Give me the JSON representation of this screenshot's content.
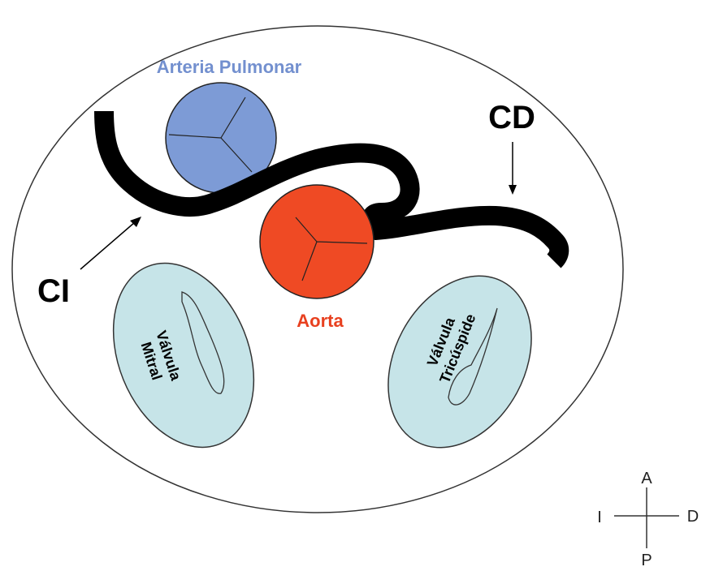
{
  "labels": {
    "pulmonary": "Arteria Pulmonar",
    "aorta": "Aorta",
    "cd": "CD",
    "ci": "CI",
    "mitral_line1": "Válvula",
    "mitral_line2": "Mitral",
    "tricuspid_line1": "Válvula",
    "tricuspid_line2": "Tricúspide"
  },
  "compass": {
    "up": "A",
    "down": "P",
    "left": "I",
    "right": "D"
  },
  "colors": {
    "pulmonary": "#7d9bd6",
    "pulmonary_label": "#7390cf",
    "aorta": "#ef4a24",
    "aorta_label": "#e8401f",
    "valve_fill": "#c6e4e8",
    "outline": "#333333",
    "vessel": "#000000"
  }
}
